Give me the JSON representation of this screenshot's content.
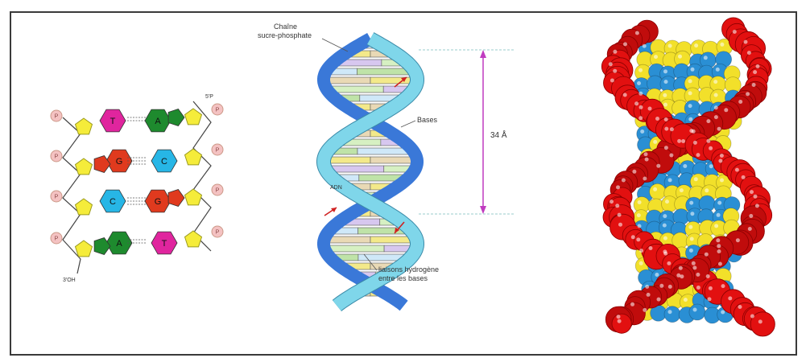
{
  "diagram": {
    "panel_left": {
      "bases_left": [
        "T",
        "G",
        "C",
        "A"
      ],
      "bases_right": [
        "A",
        "C",
        "G",
        "T"
      ],
      "end_top": "5'P",
      "end_bottom": "3'OH",
      "phosphate_symbol": "P"
    },
    "panel_middle": {
      "label_backbone_line1": "Chaîne",
      "label_backbone_line2": "sucre-phosphate",
      "label_bases": "Bases",
      "label_pitch": "34 Å",
      "label_hbonds_line1": "liaisons hydrogène",
      "label_hbonds_line2": "entre les bases",
      "label_small": "ADN"
    },
    "panel_right": {
      "model": "space-filling"
    }
  },
  "colors": {
    "adenine": "#1e8a2e",
    "thymine": "#e0259e",
    "guanine": "#e03a1e",
    "cytosine": "#27b6e6",
    "sugar": "#f5ec3a",
    "phosphate": "#f4c2c2",
    "backbone_ribbon": "#7fd6ea",
    "backbone_dark": "#3a78d8",
    "space_phosphate": "#e21010",
    "space_base_blue": "#2a8fd4",
    "space_base_yellow": "#f2e02a",
    "measure": "#c03cc0"
  }
}
